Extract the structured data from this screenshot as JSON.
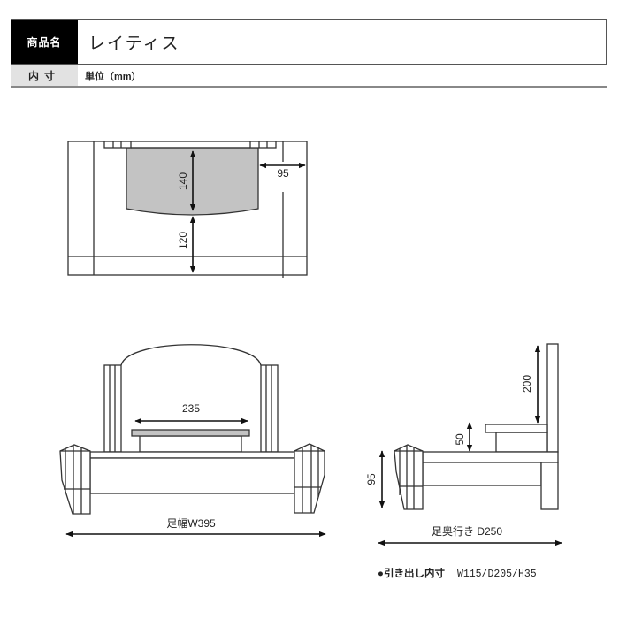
{
  "header": {
    "product_name_label": "商品名",
    "product_name": "レイティス",
    "dimensions_label": "内寸",
    "unit_note": "単位（mm）"
  },
  "drawings": {
    "top_view": {
      "dim_drawer_depth": "140",
      "dim_front_gap": "120",
      "dim_side": "95"
    },
    "front_view": {
      "dim_drawer_width": "235",
      "dim_leg_width": "足幅W395"
    },
    "side_view": {
      "dim_back_height": "200",
      "dim_drawer_height": "50",
      "dim_leg_height": "95",
      "dim_leg_depth": "足奥行き D250"
    }
  },
  "footnote": {
    "bullet": "●",
    "label": "引き出し内寸",
    "value": "W115/D205/H35"
  },
  "colors": {
    "header_label_bg": "#000000",
    "header_sub_bg": "#e2e2e2",
    "drawer_fill": "#c3c3c3",
    "line": "#333333"
  }
}
